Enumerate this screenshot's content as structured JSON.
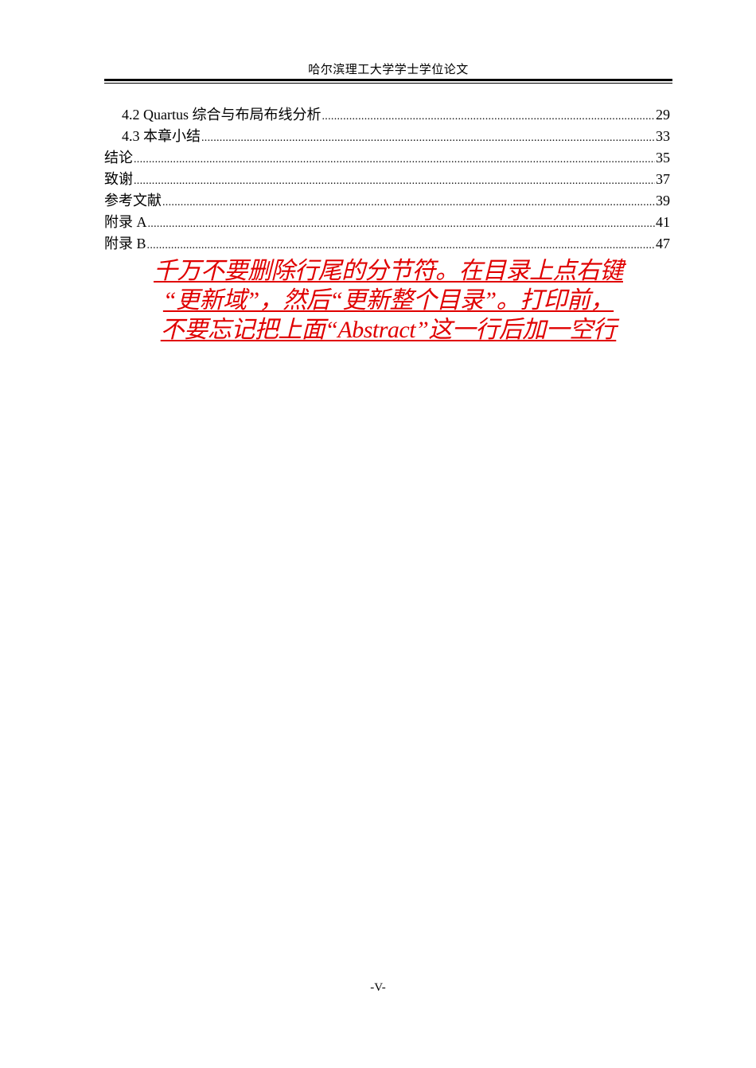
{
  "header": {
    "title": "哈尔滨理工大学学士学位论文"
  },
  "toc": {
    "entries": [
      {
        "title": "4.2 Quartus 综合与布局布线分析",
        "page": "29",
        "level": 2
      },
      {
        "title": "4.3 本章小结",
        "page": "33",
        "level": 2
      },
      {
        "title": "结论",
        "page": "35",
        "level": 1
      },
      {
        "title": "致谢",
        "page": "37",
        "level": 1
      },
      {
        "title": "参考文献",
        "page": "39",
        "level": 1
      },
      {
        "title": "附录 A",
        "page": "41",
        "level": 1
      },
      {
        "title": "附录 B",
        "page": "47",
        "level": 1
      }
    ]
  },
  "notice": {
    "color": "#e00000",
    "lines": [
      "千万不要删除行尾的分节符。在目录上点右键",
      "“更新域”，然后“更新整个目录”。打印前，",
      "不要忘记把上面“Abstract”这一行后加一空行"
    ]
  },
  "footer": {
    "page_number": "-V-"
  }
}
